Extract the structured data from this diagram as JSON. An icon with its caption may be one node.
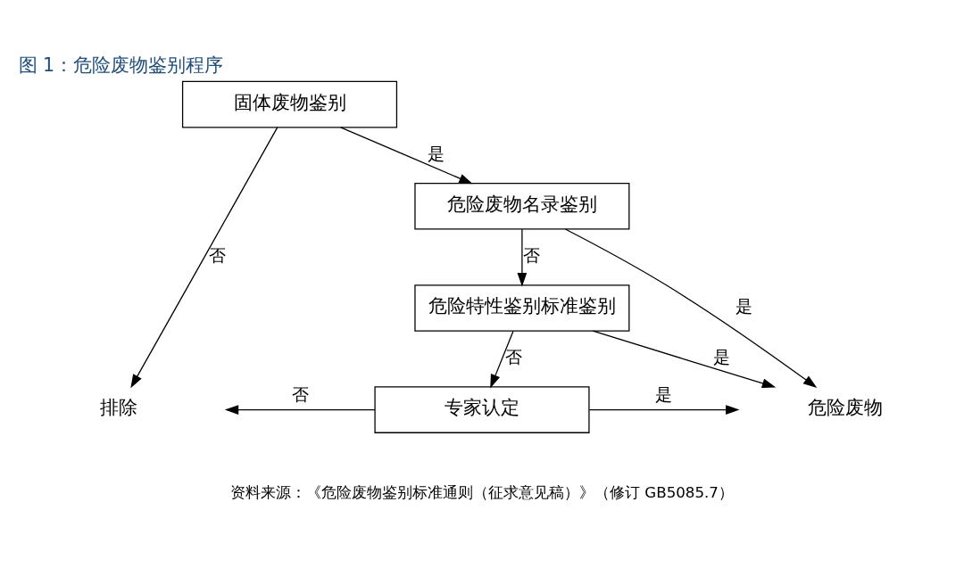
{
  "diagram": {
    "title": "图 1：危险废物鉴别程序",
    "caption": "资料来源：《危险废物鉴别标准通则（征求意见稿）》（修订 GB5085.7）",
    "nodes": [
      {
        "text": [
          "固体废物鉴别"
        ]
      },
      {
        "text": [
          "危险废物名录鉴别"
        ]
      },
      {
        "text": [
          "危险特性鉴别标准鉴别"
        ]
      },
      {
        "text": [
          "专家认定"
        ]
      },
      {
        "text": [
          "排除"
        ]
      },
      {
        "text": [
          "危险废物"
        ]
      }
    ],
    "edges": [
      {
        "from": 0,
        "to": 4,
        "arrow": "to",
        "label": "否"
      },
      {
        "from": 0,
        "to": 1,
        "arrow": "to",
        "label": "是"
      },
      {
        "from": 1,
        "to": 2,
        "arrow": "to",
        "label": "否"
      },
      {
        "from": 1,
        "to": 5,
        "arrow": "to",
        "label": "是"
      },
      {
        "from": 2,
        "to": 5,
        "arrow": "to",
        "label": "是"
      },
      {
        "from": 2,
        "to": 3,
        "arrow": "to",
        "label": "否"
      },
      {
        "from": 3,
        "to": 4,
        "arrow": "to",
        "label": "否"
      },
      {
        "from": 3,
        "to": 5,
        "arrow": "to",
        "label": "是"
      }
    ]
  }
}
